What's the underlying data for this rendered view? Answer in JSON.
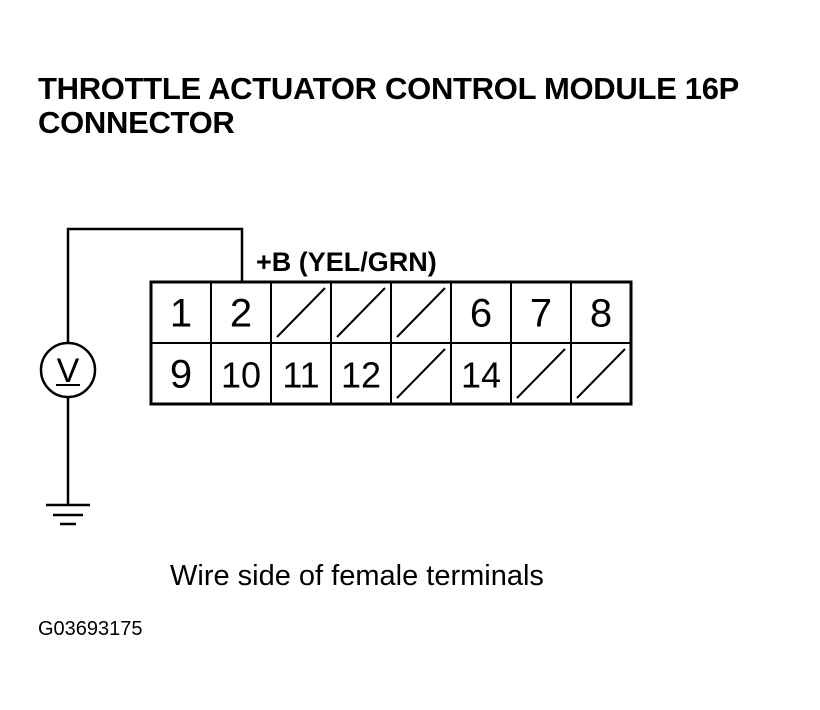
{
  "title": {
    "line1": "THROTTLE ACTUATOR CONTROL MODULE 16P",
    "line2": "CONNECTOR"
  },
  "probe_label": "+B (YEL/GRN)",
  "meter_symbol": "V",
  "connector": {
    "rows": [
      [
        "1",
        "2",
        "",
        "",
        "",
        "6",
        "7",
        "8"
      ],
      [
        "9",
        "10",
        "11",
        "12",
        "",
        "14",
        "",
        ""
      ]
    ]
  },
  "caption": "Wire side of female terminals",
  "figure_id": "G03693175"
}
